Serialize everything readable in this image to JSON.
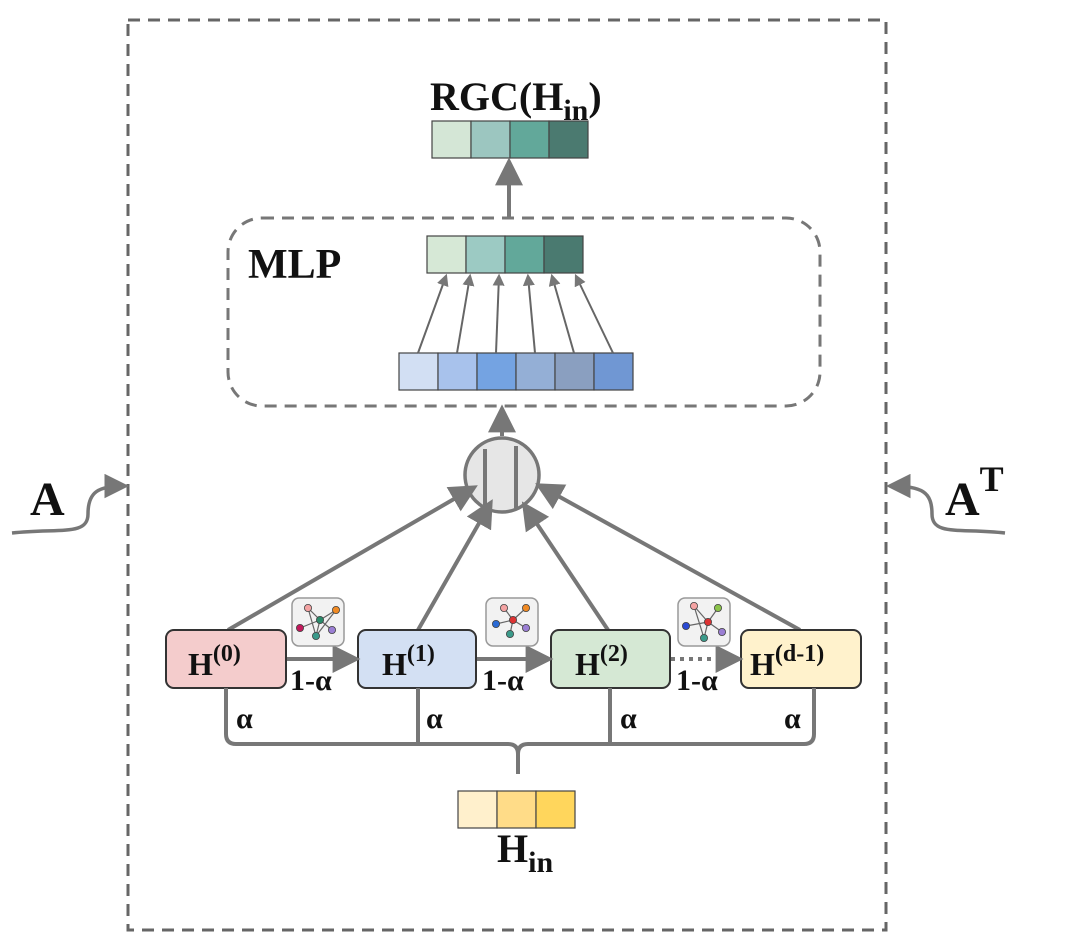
{
  "title": "RGC(H",
  "title_sub": "in",
  "title_close": ")",
  "mlp_label": "MLP",
  "input_label": "H",
  "input_sub": "in",
  "left_matrix": "A",
  "right_matrix": "A",
  "right_matrix_sup": "T",
  "alpha": "α",
  "one_minus_alpha": "1-α",
  "hops": [
    {
      "base": "H",
      "sup": "(0)",
      "fill": "#f4cccc"
    },
    {
      "base": "H",
      "sup": "(1)",
      "fill": "#d3e0f3"
    },
    {
      "base": "H",
      "sup": "(2)",
      "fill": "#d5e8d4"
    },
    {
      "base": "H",
      "sup": "(d-1)",
      "fill": "#fff2cc"
    }
  ],
  "colors": {
    "output_cells": [
      "#d4e6d6",
      "#9cc6c0",
      "#62a89a",
      "#4b7a70"
    ],
    "mlp_out_cells": [
      "#d6e8d6",
      "#9ccac3",
      "#62a89a",
      "#4a7a70"
    ],
    "mlp_in_cells": [
      "#d2dff3",
      "#a8c2ec",
      "#74a3e2",
      "#94afd6",
      "#8a9fc0",
      "#7097d3"
    ],
    "input_cells": [
      "#fff0cc",
      "#ffdc88",
      "#ffd65c"
    ],
    "stroke": "#777777",
    "combiner_fill": "#e6e6e6"
  }
}
